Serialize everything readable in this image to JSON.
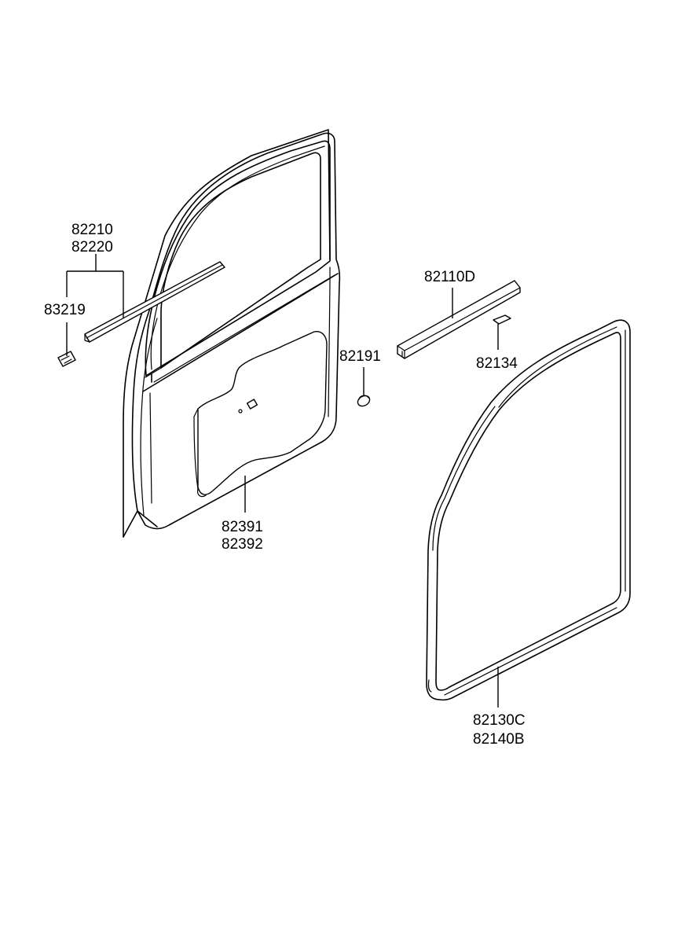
{
  "labels": {
    "weatherstrip_outer_a": "82210",
    "weatherstrip_outer_b": "82220",
    "clip_left": "83219",
    "delta_moulding": "82110D",
    "clip_right": "82134",
    "plug": "82191",
    "sealing_cover_a": "82391",
    "sealing_cover_b": "82392",
    "door_weatherstrip_a": "82130C",
    "door_weatherstrip_b": "82140B"
  }
}
